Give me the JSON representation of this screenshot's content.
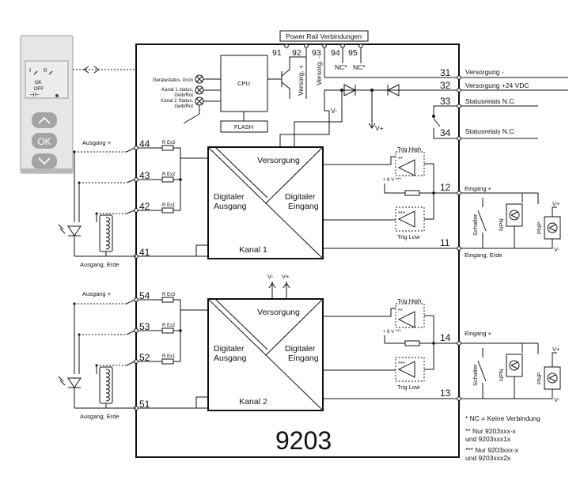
{
  "device": {
    "model": "9203",
    "power_rail_title": "Power Rail Verbindungen"
  },
  "rail_terminals": [
    "91",
    "92",
    "93",
    "94",
    "95"
  ],
  "rail_nc": [
    "NC*",
    "NC*"
  ],
  "rail_signals": [
    "Versorg. +",
    "Versorg. -"
  ],
  "right_terminals": [
    {
      "num": "31",
      "label": "Versorgung -"
    },
    {
      "num": "32",
      "label": "Versorgung +24 VDC"
    },
    {
      "num": "33",
      "label": "Statusrelais N.C."
    },
    {
      "num": "34",
      "label": "Statusrelais N.C."
    }
  ],
  "cpu": {
    "title": "CPU",
    "flash": "FLASH",
    "leds": [
      "Gerätestatus, Grün",
      "Kanal 1 status, Gelb/Rot",
      "Kanal 2 Status, Gelb/Rot"
    ]
  },
  "front_panel": {
    "display": [
      "I",
      "II",
      "OK",
      "OFF"
    ],
    "ok_button": "OK",
    "up_icon": "chevron-up-icon",
    "down_icon": "chevron-down-icon"
  },
  "channels": [
    {
      "name": "Kanal 1",
      "terminals": [
        "44",
        "43",
        "42",
        "41"
      ],
      "resistors": [
        "R Ex3",
        "R Ex2",
        "R Ex1"
      ],
      "out_terminals": [
        "12",
        "11"
      ]
    },
    {
      "name": "Kanal 2",
      "terminals": [
        "54",
        "53",
        "52",
        "51"
      ],
      "resistors": [
        "R Ex3",
        "R Ex2",
        "R Ex1"
      ],
      "out_terminals": [
        "14",
        "13"
      ]
    }
  ],
  "block": {
    "supply": "Versorgung",
    "digital_out": [
      "Digitaler",
      "Ausgang"
    ],
    "digital_in": [
      "Digitaler",
      "Eingang"
    ]
  },
  "labels": {
    "output_plus": "Ausgang +",
    "output_gnd": "Ausgang, Erde",
    "input_plus": "Eingang +",
    "input_gnd": "Eingang, Erde",
    "trig_high": "Trig High",
    "trig_low": "Trig Low",
    "v_bias": "+ 6 V ***",
    "double_star": "**",
    "triple_star": "***",
    "switch": "Schalter",
    "npn": "NPN",
    "pnp": "PNP",
    "v_plus": "V+",
    "v_minus": "V-"
  },
  "notes": [
    "* NC = Keine Verbindung",
    "** Nur 9203xxx-x",
    "und 9203xxx1x",
    "*** Nur 9203xxx-x",
    "und 9203xxx2x"
  ]
}
